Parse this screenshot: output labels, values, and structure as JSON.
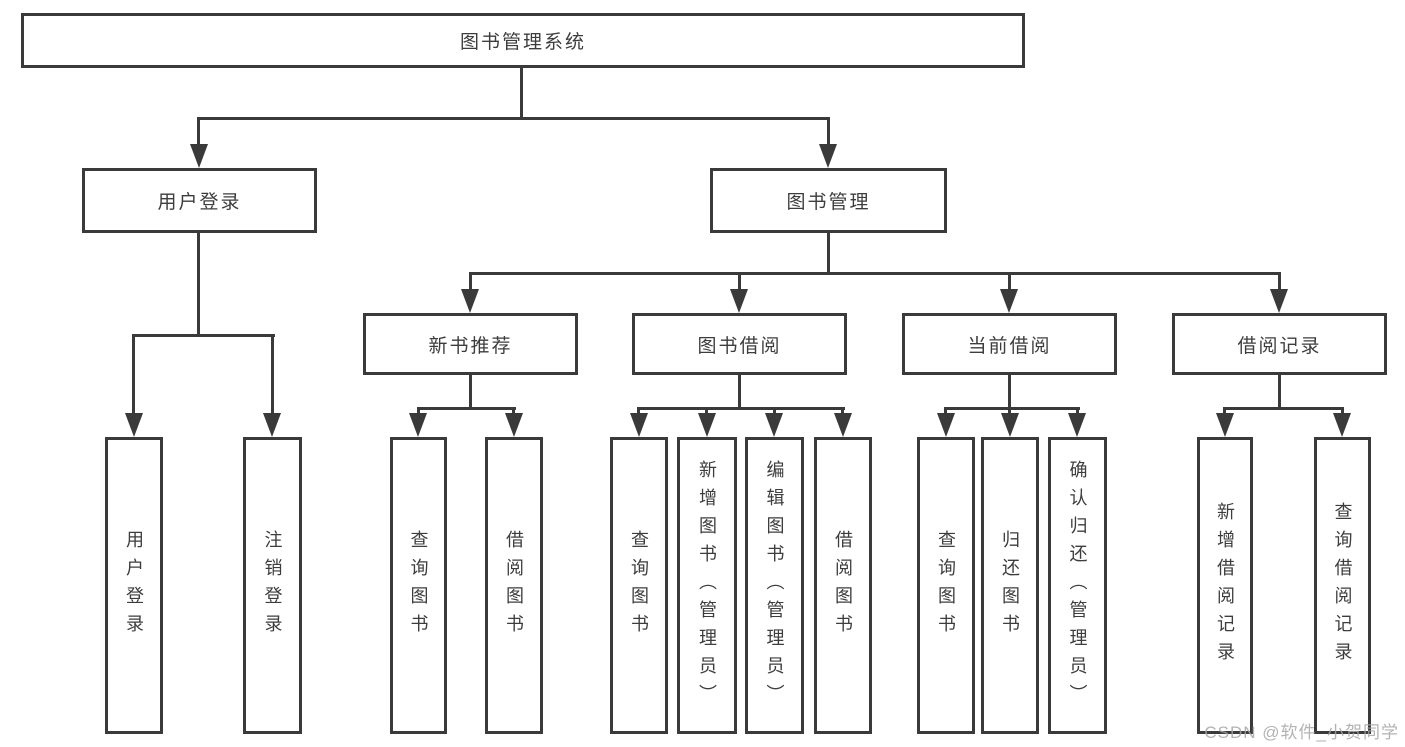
{
  "diagram": {
    "root": "图书管理系统",
    "level2": [
      "用户登录",
      "图书管理"
    ],
    "level3": [
      "新书推荐",
      "图书借阅",
      "当前借阅",
      "借阅记录"
    ],
    "leaves": {
      "user_login": [
        "用户登录",
        "注销登录"
      ],
      "new_book_recommend": [
        "查询图书",
        "借阅图书"
      ],
      "book_borrowing": [
        "查询图书",
        "新增图书（管理员）",
        "编辑图书（管理员）",
        "借阅图书"
      ],
      "current_borrowing": [
        "查询图书",
        "归还图书",
        "确认归还（管理员）"
      ],
      "borrowing_records": [
        "新增借阅记录",
        "查询借阅记录"
      ]
    }
  },
  "watermark": "CSDN @软件_小贺同学",
  "colors": {
    "line": "#3a3a3a",
    "text": "#3d3d3d",
    "watermark": "#a6a6a6",
    "background": "#ffffff"
  }
}
